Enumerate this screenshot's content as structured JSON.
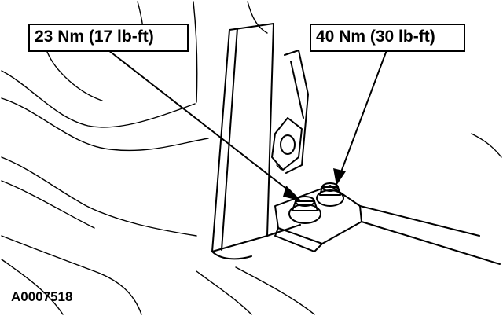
{
  "callouts": {
    "left_torque": "23 Nm (17 lb-ft)",
    "right_torque": "40 Nm (30 lb-ft)"
  },
  "figure": {
    "id": "A0007518"
  }
}
